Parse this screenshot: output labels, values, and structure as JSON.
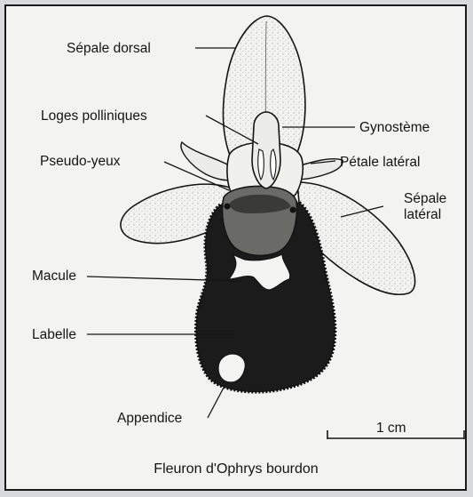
{
  "labels": {
    "sepale_dorsal": "Sépale dorsal",
    "loges_polliniques": "Loges polliniques",
    "gynosteme": "Gynostème",
    "pseudo_yeux": "Pseudo-yeux",
    "petale_lateral": "Pétale latéral",
    "sepale_lateral_line1": "Sépale",
    "sepale_lateral_line2": "latéral",
    "macule": "Macule",
    "labelle": "Labelle",
    "appendice": "Appendice"
  },
  "scale_bar": {
    "label": "1 cm"
  },
  "caption": "Fleuron d'Ophrys bourdon",
  "colors": {
    "ink": "#141414",
    "paper": "#f3f3f1",
    "labelle": "#1b1b1b",
    "stipple": "#bdbdb6"
  }
}
